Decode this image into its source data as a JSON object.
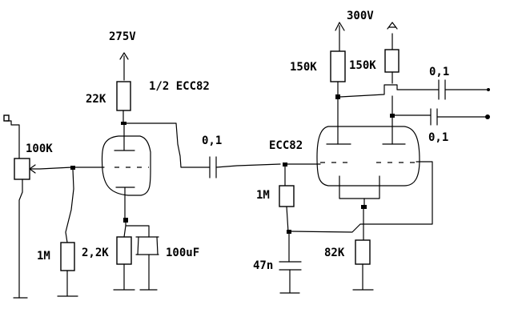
{
  "labels": {
    "supply_left": "275V",
    "supply_right": "300V",
    "tube_half": "1/2 ECC82",
    "tube_full": "ECC82",
    "r_plate_left": "22K",
    "r_pot": "100K",
    "r_grid_left": "1M",
    "r_cathode_left": "2,2K",
    "c_cathode_left": "100uF",
    "c_coupling": "0,1",
    "r_grid_right": "1M",
    "c_47n": "47n",
    "r_plate_right_a": "150K",
    "r_plate_right_b": "150K",
    "r_cathode_right": "82K",
    "c_out_top": "0,1",
    "c_out_bottom": "0,1"
  }
}
